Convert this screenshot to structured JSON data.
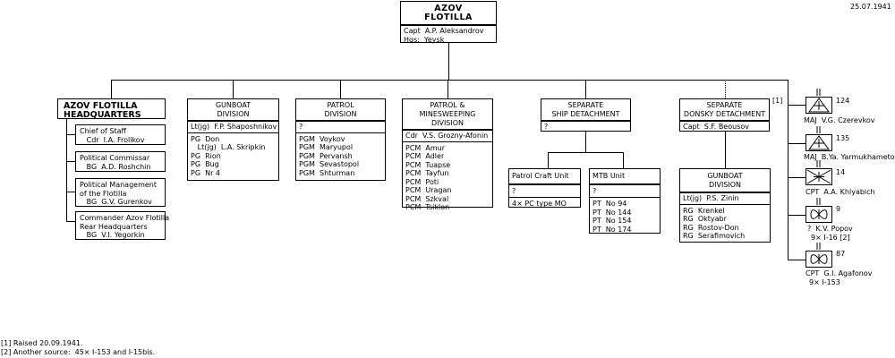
{
  "date": "25.07.1941",
  "top": {
    "title1": "AZOV",
    "title2": "FLOTILLA",
    "cmd": "Capt  A.P. Aleksandrov",
    "hq": "Hqs:  Yeysk"
  },
  "hq": {
    "title1": "AZOV FLOTILLA",
    "title2": "HEADQUARTERS",
    "items": [
      {
        "l1": "Chief of Staff",
        "l2": "   Cdr  I.A. Frolikov"
      },
      {
        "l1": "Political Commissar",
        "l2": "   BG  A.D. Roshchin"
      },
      {
        "l1": "Political Management",
        "l2": "of the Flotilla",
        "l3": "   BG  G.V. Gurenkov"
      },
      {
        "l1": "Commander Azov Flotilla",
        "l2": "Rear Headquarters",
        "l3": "   BG  V.I. Yegorkin"
      }
    ]
  },
  "gunboat": {
    "t1": "GUNBOAT",
    "t2": "DIVISION",
    "cmd": "Lt(jg)  F.P. Shaposhnikov",
    "lines": [
      "PG  Don",
      "   Lt(jg)  L.A. Skripkin",
      "PG  Rion",
      "PG  Bug",
      "PG  Nr 4"
    ]
  },
  "patrol": {
    "t1": "PATROL",
    "t2": "DIVISION",
    "cmd": "?",
    "lines": [
      "PGM  Voykov",
      "PGM  Maryupol",
      "PGM  Pervansh",
      "PGM  Sevastopol",
      "PGM  Shturman"
    ]
  },
  "pms": {
    "t1": "PATROL & MINESWEEPING",
    "t2": "DIVISION",
    "cmd": "Cdr  V.S. Grozny-Afonin",
    "lines": [
      "PCM  Amur",
      "PCM  Adler",
      "PCM  Tuapse",
      "PCM  Tayfun",
      "PCM  Poti",
      "PCM  Uragan",
      "PCM  Szkval",
      "PCM  Tsiklon"
    ]
  },
  "ssd": {
    "t1": "SEPARATE",
    "t2": "SHIP DETACHMENT",
    "cmd": "?"
  },
  "pcu": {
    "t1": "Patrol Craft Unit",
    "cmd": "?",
    "lines": [
      "4× PC type MO"
    ]
  },
  "mtb": {
    "t1": "MTB Unit",
    "cmd": "?",
    "lines": [
      "PT  No 94",
      "PT  No 144",
      "PT  No 154",
      "PT  No 174"
    ]
  },
  "sdd": {
    "t1": "SEPARATE",
    "t2": "DONSKY DETACHMENT",
    "cmd": "Capt  S.F. Beousov",
    "fn": "[1]"
  },
  "gbd2": {
    "t1": "GUNBOAT",
    "t2": "DIVISION",
    "cmd": "Lt(jg)  P.S. Zinin",
    "lines": [
      "RG  Krenkel",
      "RG  Oktyabr",
      "RG  Rostov-Don",
      "RG  Serafimovich"
    ]
  },
  "air": [
    {
      "num": "124",
      "l1": "MAJ  V.G. Czerevkov",
      "icon": "bomber-icon"
    },
    {
      "num": "135",
      "l1": "MAJ  B.Ya. Yarmukhametov",
      "icon": "bomber-icon"
    },
    {
      "num": "14",
      "l1": "CPT  A.A. Khlyabich",
      "icon": "recon-icon"
    },
    {
      "num": "9",
      "l1": "?  K.V. Popov",
      "l2": "9× I-16 [2]",
      "icon": "fighter-icon"
    },
    {
      "num": "87",
      "l1": "CPT  G.I. Agafonov",
      "l2": "9× I-153",
      "icon": "fighter-icon"
    }
  ],
  "footnotes": [
    "[1] Raised 20.09.1941.",
    "[2] Another source:  45× I-153 and I-15bis."
  ]
}
